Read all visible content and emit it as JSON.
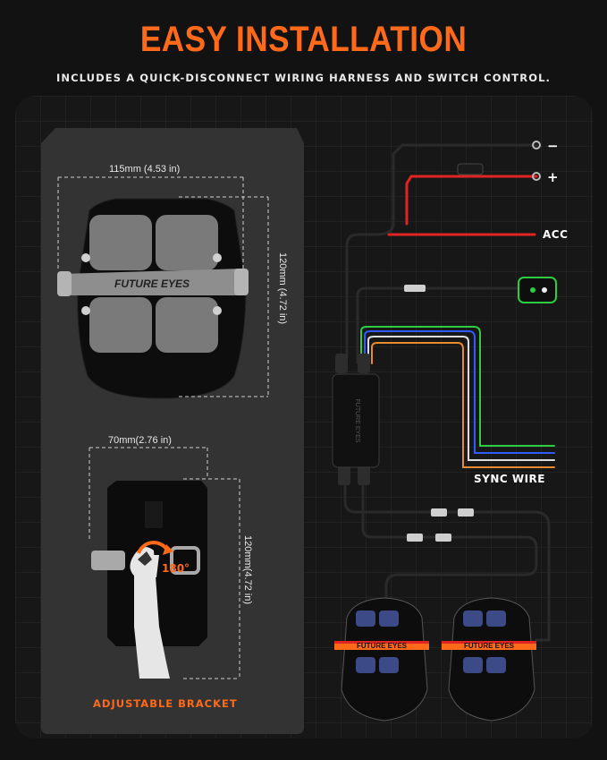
{
  "header": {
    "title": "EASY INSTALLATION",
    "subtitle": "INCLUDES A QUICK-DISCONNECT WIRING HARNESS AND SWITCH CONTROL."
  },
  "light": {
    "width_label": "115mm (4.53 in)",
    "height_label": "120mm (4.72 in)",
    "brand_text": "FUTURE EYES"
  },
  "bracket": {
    "width_label": "70mm(2.76 in)",
    "height_label": "120mm(4.72 in)",
    "rotation_label": "180°",
    "caption": "ADJUSTABLE BRACKET"
  },
  "wiring": {
    "neg_label": "−",
    "pos_label": "+",
    "acc_label": "ACC",
    "sync_label": "SYNC WIRE",
    "harness_brand": "FUTURE EYES",
    "pod_brand": "FUTURE EYES"
  },
  "colors": {
    "accent": "#ff6a1a",
    "red_wire": "#e02424",
    "green_wire": "#2ecc40",
    "blue_wire": "#2f5bff",
    "orange_wire": "#e88a2e",
    "white_wire": "#dddddd",
    "bg": "#121212"
  }
}
